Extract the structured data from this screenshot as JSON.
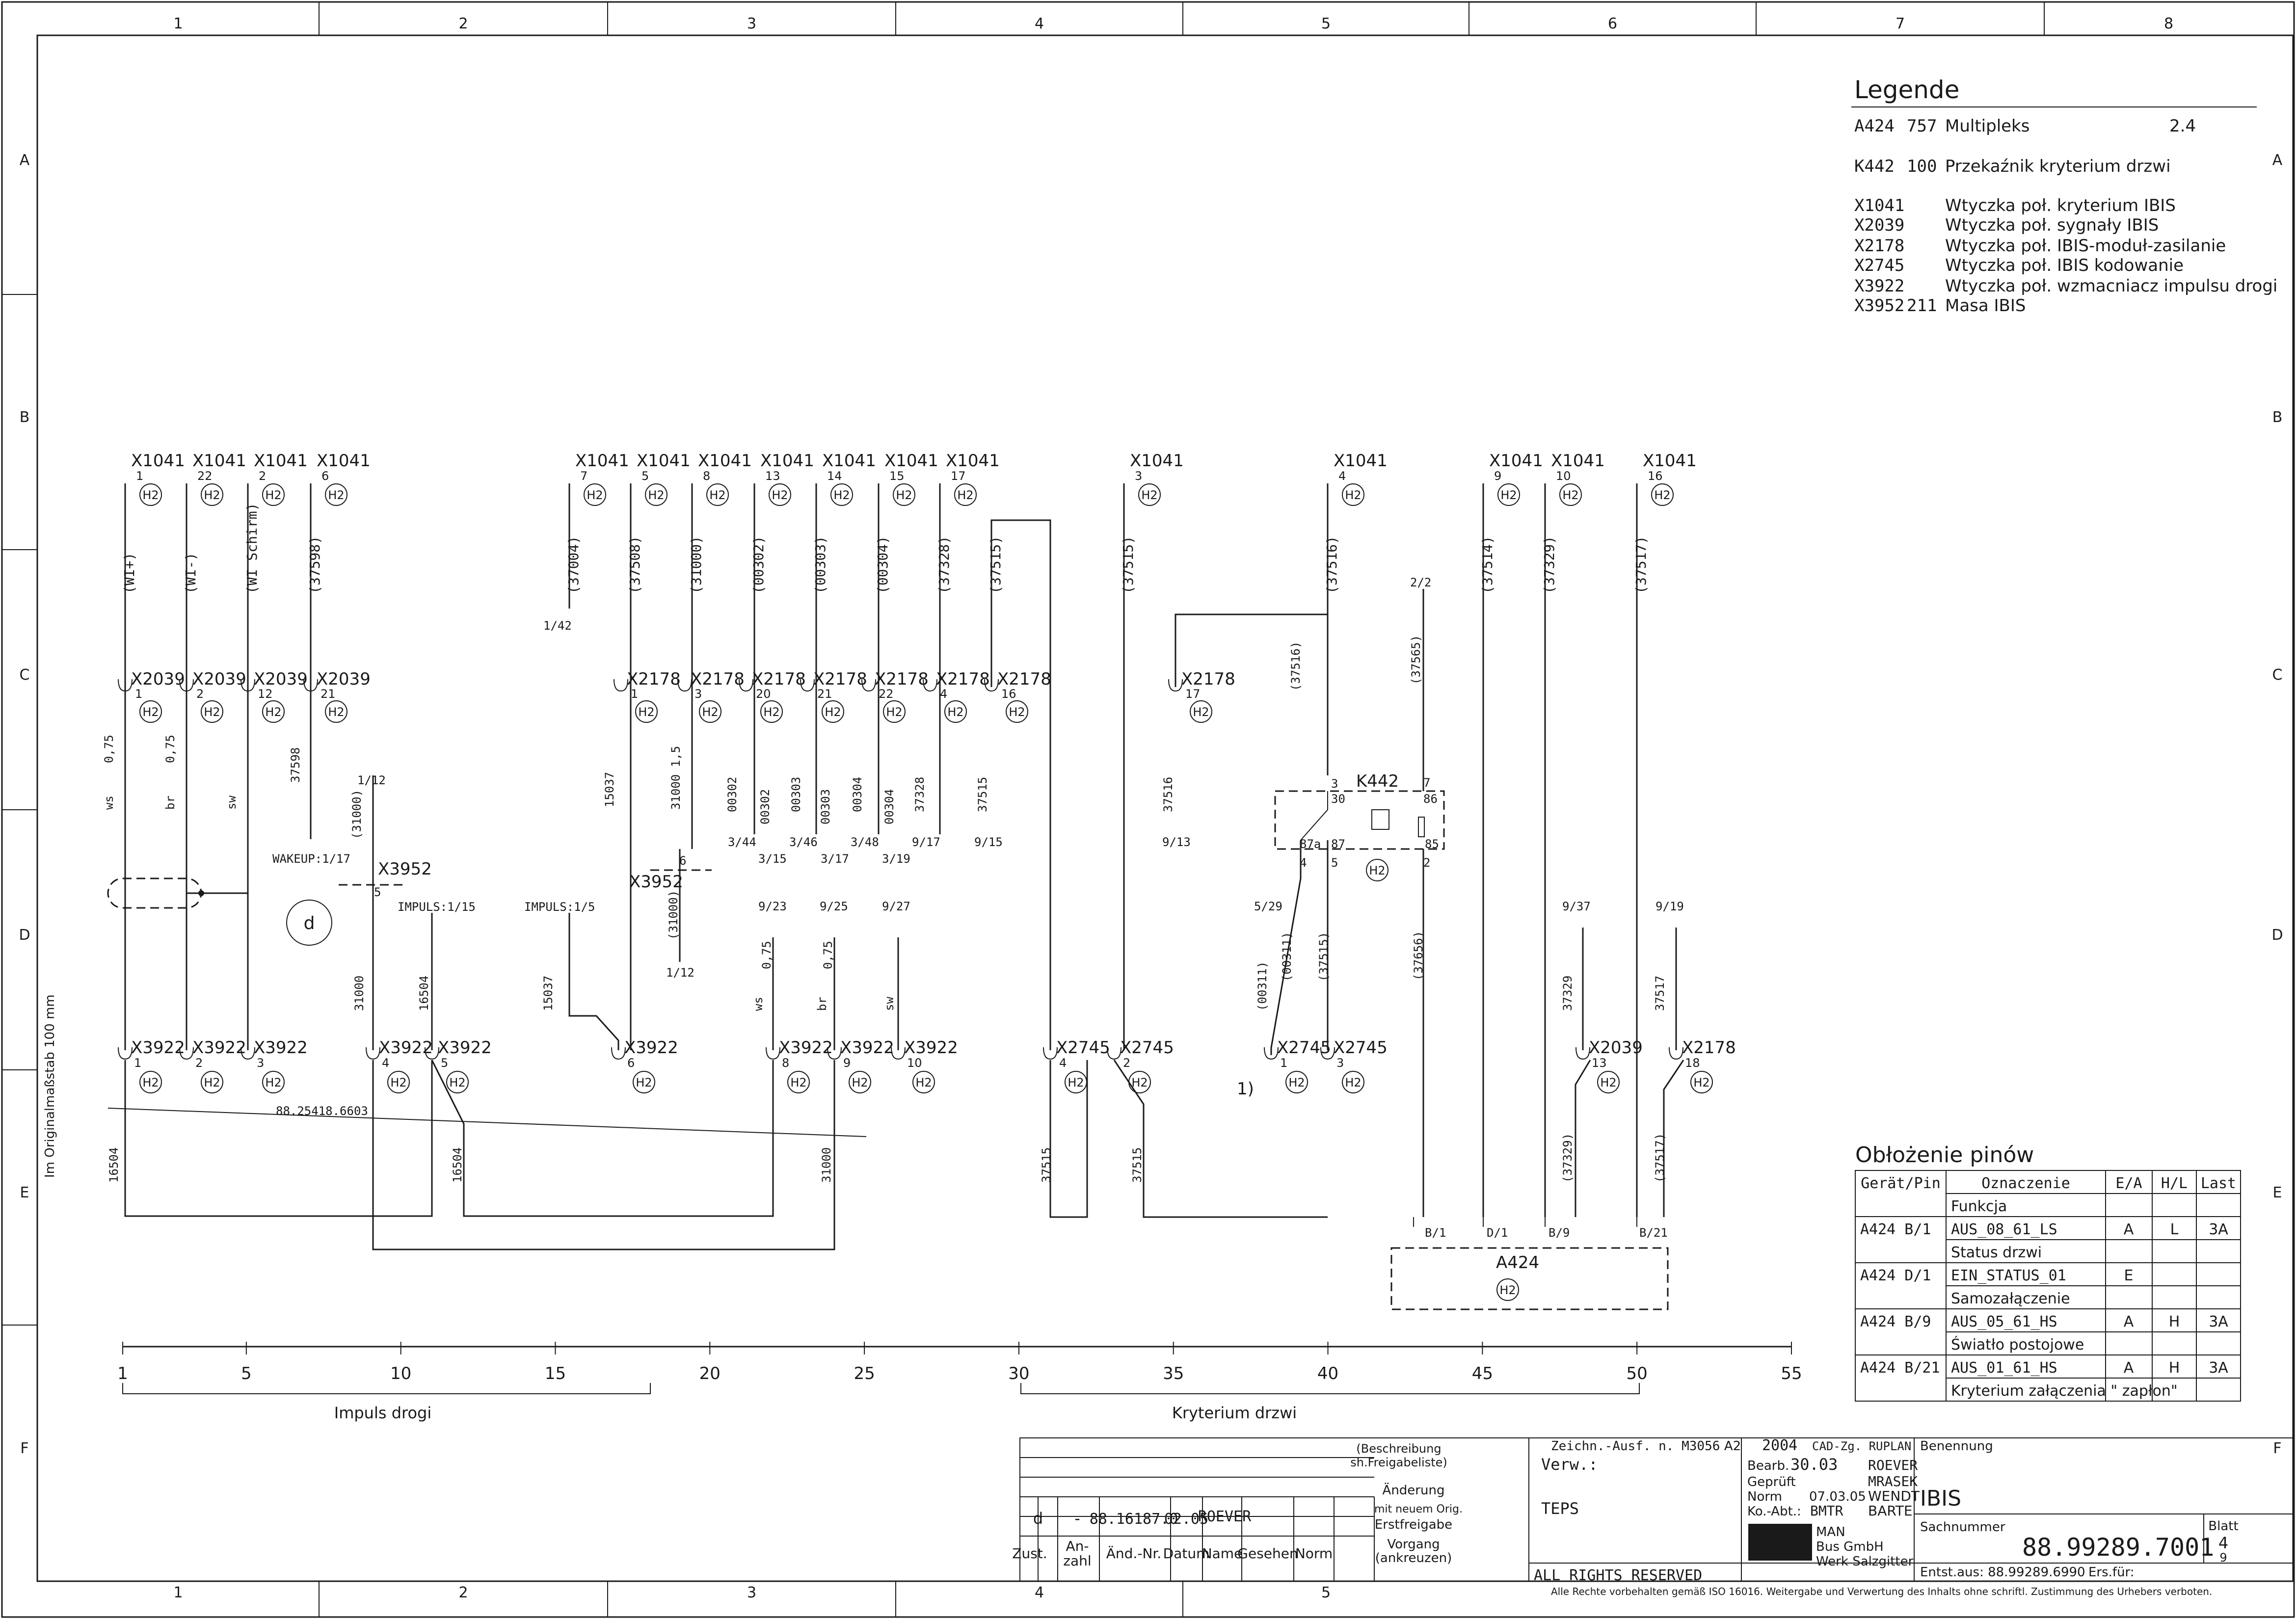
{
  "frame": {
    "columns": [
      "1",
      "2",
      "3",
      "4",
      "5",
      "6",
      "7",
      "8"
    ],
    "rows": [
      "A",
      "B",
      "C",
      "D",
      "E",
      "F"
    ],
    "bottom_columns": [
      "1",
      "2",
      "3",
      "4",
      "5"
    ],
    "side_text": "Im Originalmaßstab 100 mm"
  },
  "legend": {
    "title": "Legende",
    "items": [
      {
        "code": "A424",
        "num": "757",
        "text": "Multipleks",
        "ref": "2.4"
      },
      {
        "code": "K442",
        "num": "100",
        "text": "Przekaźnik kryterium drzwi",
        "ref": ""
      },
      {
        "code": "X1041",
        "num": "",
        "text": "Wtyczka poł. kryterium IBIS",
        "ref": ""
      },
      {
        "code": "X2039",
        "num": "",
        "text": "Wtyczka poł. sygnały IBIS",
        "ref": ""
      },
      {
        "code": "X2178",
        "num": "",
        "text": "Wtyczka poł. IBIS-moduł-zasilanie",
        "ref": ""
      },
      {
        "code": "X2745",
        "num": "",
        "text": "Wtyczka poł. IBIS kodowanie",
        "ref": ""
      },
      {
        "code": "X3922",
        "num": "",
        "text": "Wtyczka poł. wzmacniacz impulsu drogi",
        "ref": ""
      },
      {
        "code": "X3952",
        "num": "211",
        "text": "Masa IBIS",
        "ref": ""
      }
    ]
  },
  "h2": "H2",
  "top_connectors": [
    {
      "name": "X1041",
      "pin": "1",
      "wire": "(WI+)"
    },
    {
      "name": "X1041",
      "pin": "22",
      "wire": "(WI-)"
    },
    {
      "name": "X1041",
      "pin": "2",
      "wire": "(WI Schirm)"
    },
    {
      "name": "X1041",
      "pin": "6",
      "wire": "(37598)"
    },
    {
      "name": "X1041",
      "pin": "7",
      "wire": "(37004)"
    },
    {
      "name": "X1041",
      "pin": "5",
      "wire": "(37508)"
    },
    {
      "name": "X1041",
      "pin": "8",
      "wire": "(31000)"
    },
    {
      "name": "X1041",
      "pin": "13",
      "wire": "(00302)"
    },
    {
      "name": "X1041",
      "pin": "14",
      "wire": "(00303)"
    },
    {
      "name": "X1041",
      "pin": "15",
      "wire": "(00304)"
    },
    {
      "name": "X1041",
      "pin": "17",
      "wire": "(37328)"
    },
    {
      "name": "X1041",
      "pin": "",
      "wire": "(37515)"
    },
    {
      "name": "X1041",
      "pin": "3",
      "wire": "(37515)"
    },
    {
      "name": "X1041",
      "pin": "4",
      "wire": "(37516)"
    },
    {
      "name": "X1041",
      "pin": "9",
      "wire": "(37514)"
    },
    {
      "name": "X1041",
      "pin": "10",
      "wire": "(37329)"
    },
    {
      "name": "X1041",
      "pin": "16",
      "wire": "(37517)"
    }
  ],
  "mid_connectors": [
    {
      "name": "X2039",
      "pin": "1"
    },
    {
      "name": "X2039",
      "pin": "2"
    },
    {
      "name": "X2039",
      "pin": "12"
    },
    {
      "name": "X2039",
      "pin": "21"
    },
    {
      "name": "X2178",
      "pin": "1"
    },
    {
      "name": "X2178",
      "pin": "3"
    },
    {
      "name": "X2178",
      "pin": "20"
    },
    {
      "name": "X2178",
      "pin": "21"
    },
    {
      "name": "X2178",
      "pin": "22"
    },
    {
      "name": "X2178",
      "pin": "4"
    },
    {
      "name": "X2178",
      "pin": "16"
    },
    {
      "name": "X2178",
      "pin": "17"
    }
  ],
  "bottom_connectors": [
    {
      "name": "X3922",
      "pin": "1"
    },
    {
      "name": "X3922",
      "pin": "2"
    },
    {
      "name": "X3922",
      "pin": "3"
    },
    {
      "name": "X3922",
      "pin": "4"
    },
    {
      "name": "X3922",
      "pin": "5"
    },
    {
      "name": "X3922",
      "pin": "6"
    },
    {
      "name": "X3922",
      "pin": "8"
    },
    {
      "name": "X3922",
      "pin": "9"
    },
    {
      "name": "X3922",
      "pin": "10"
    },
    {
      "name": "X2745",
      "pin": "4"
    },
    {
      "name": "X2745",
      "pin": "2"
    },
    {
      "name": "X2745",
      "pin": "1"
    },
    {
      "name": "X2745",
      "pin": "3"
    },
    {
      "name": "X2039",
      "pin": "13"
    },
    {
      "name": "X2178",
      "pin": "18"
    }
  ],
  "wire_labels": [
    "0,75",
    "ws",
    "0,75",
    "br",
    "sw",
    "37598",
    "WAKEUP:1/17",
    "1/12",
    "(31000)",
    "X3952",
    "5",
    "IMPULS:1/15",
    "31000",
    "16504",
    "IMPULS:1/5",
    "15037",
    "15037",
    "1/42",
    "31000 1,5",
    "6",
    "X3952",
    "(31000)",
    "1/12",
    "00302",
    "00302",
    "3/44",
    "00303",
    "00303",
    "3/46",
    "3/15",
    "00304",
    "00304",
    "3/48",
    "3/17",
    "37328",
    "9/17",
    "3/19",
    "37515",
    "9/15",
    "9/23",
    "0,75",
    "ws",
    "9/25",
    "0,75",
    "br",
    "9/27",
    "sw",
    "37516",
    "9/13",
    "(37516)",
    "K442",
    "3",
    "30",
    "7",
    "86",
    "87a",
    "87",
    "85",
    "4",
    "5",
    "2",
    "2/2",
    "(37565)",
    "5/29",
    "(00311)",
    "(00311)",
    "(37515)",
    "(37656)",
    "1)",
    "9/37",
    "37329",
    "(37329)",
    "9/19",
    "37517",
    "(37517)",
    "88.25418.6603",
    "16504",
    "16504",
    "31000",
    "37515",
    "37515",
    "B/1",
    "D/1",
    "B/9",
    "B/21",
    "A424"
  ],
  "scale": {
    "ticks": [
      "1",
      "5",
      "10",
      "15",
      "20",
      "25",
      "30",
      "35",
      "40",
      "45",
      "50",
      "55"
    ],
    "impuls": "Impuls drogi",
    "kryterium": "Kryterium drzwi"
  },
  "pins_table": {
    "title": "Obłożenie pinów",
    "headers": [
      "Gerät/Pin",
      "Oznaczenie",
      "E/A",
      "H/L",
      "Last"
    ],
    "subheader": "Funkcja",
    "rows": [
      {
        "dev": "A424",
        "pin": "B/1",
        "name": "AUS_08_61_LS",
        "ea": "A",
        "hl": "L",
        "last": "3A",
        "func": "Status drzwi"
      },
      {
        "dev": "A424",
        "pin": "D/1",
        "name": "EIN_STATUS_01",
        "ea": "E",
        "hl": "",
        "last": "",
        "func": "Samozałączenie"
      },
      {
        "dev": "A424",
        "pin": "B/9",
        "name": "AUS_05_61_HS",
        "ea": "A",
        "hl": "H",
        "last": "3A",
        "func": "Światło postojowe"
      },
      {
        "dev": "A424",
        "pin": "B/21",
        "name": "AUS_01_61_HS",
        "ea": "A",
        "hl": "H",
        "last": "3A",
        "func": "Kryterium załączenia \" zapłon\""
      }
    ]
  },
  "title_block": {
    "rev_row": [
      "d",
      "-",
      "88.16187.0",
      "02.05",
      "ROEVER"
    ],
    "col_heads": [
      "Zust.",
      "An-\nzahl",
      "Änd.-Nr.",
      "Datum",
      "Name",
      "Gesehen",
      "Norm"
    ],
    "beschreibung": "(Beschreibung\nsh.Freigabeliste)",
    "aenderung": "Änderung",
    "mit_neuem": "mit neuem Orig.",
    "erstfreigabe": "Erstfreigabe",
    "vorgang": "Vorgang\n(ankreuzen)",
    "zeichn": "Zeichn.-Ausf. n. M3056",
    "format": "A2",
    "year": "2004",
    "cad": "CAD-Zg. RUPLAN",
    "verw": "Verw.:",
    "teps": "TEPS",
    "bearb": "Bearb.",
    "bearb_date": "30.03",
    "bearb_name": "ROEVER",
    "gepruft": "Geprüft",
    "gepruft_name": "MRASEK",
    "norm": "Norm",
    "norm_date": "07.03.05",
    "norm_name": "WENDT",
    "koabt": "Ko.-Abt.:",
    "koabt_val": "BMTR",
    "koabt_name": "BARTE",
    "benennung_label": "Benennung",
    "benennung": "IBIS",
    "sachnummer_label": "Sachnummer",
    "sachnummer": "88.99289.7001",
    "blatt_label": "Blatt",
    "blatt": "4",
    "blatt_total": "9",
    "company": "MAN\nBus GmbH\nWerk Salzgitter",
    "logo": "MAN",
    "entst": "Entst.aus: 88.99289.6990",
    "ers": "Ers.für:",
    "rights": "ALL RIGHTS RESERVED",
    "rights_note": "Alle Rechte vorbehalten gemäß ISO 16016. Weitergabe und Verwertung des Inhalts ohne schriftl. Zustimmung des Urhebers verboten."
  }
}
